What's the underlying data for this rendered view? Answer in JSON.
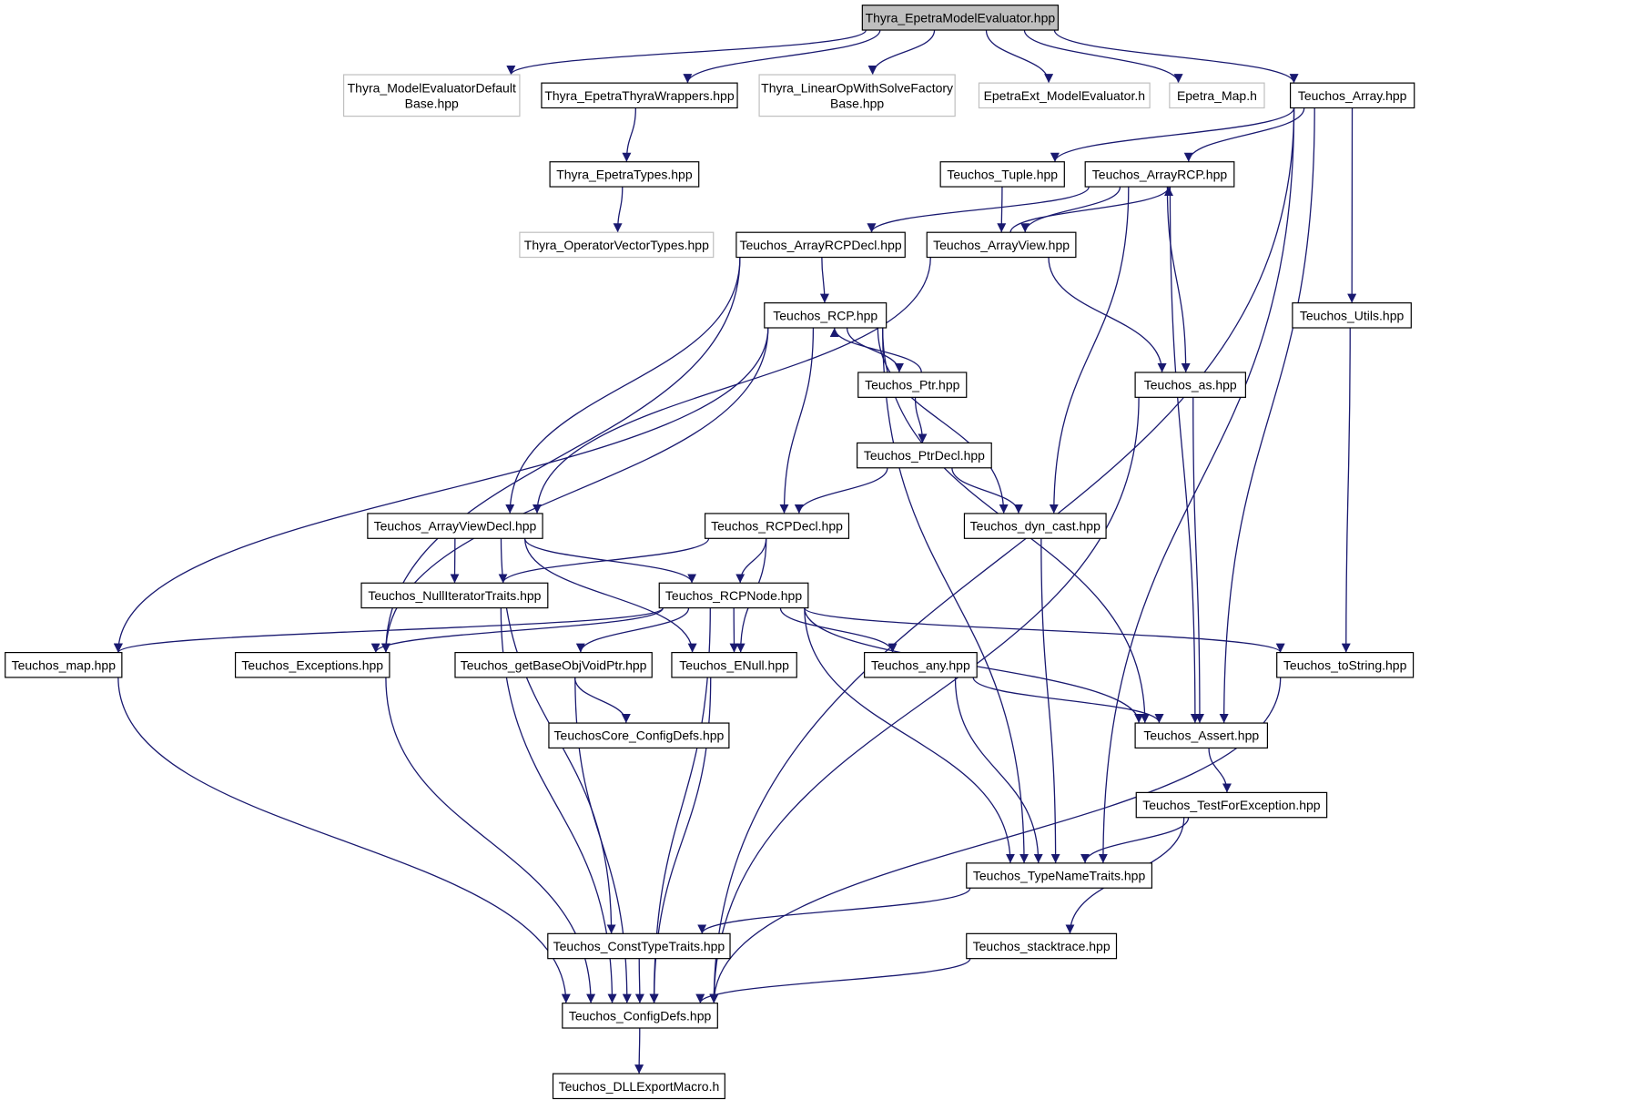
{
  "diagram": {
    "type": "include-dependency-graph",
    "colors": {
      "edge": "#191970",
      "root_fill": "#bfbfbf",
      "missing_border": "#bfbfbf",
      "node_border": "#000000"
    },
    "nodes": [
      {
        "id": "root",
        "lines": [
          "Thyra_EpetraModelEvaluator.hpp"
        ],
        "kind": "root"
      },
      {
        "id": "med",
        "lines": [
          "Thyra_ModelEvaluatorDefault",
          "Base.hpp"
        ],
        "kind": "missing"
      },
      {
        "id": "etw",
        "lines": [
          "Thyra_EpetraThyraWrappers.hpp"
        ],
        "kind": "normal"
      },
      {
        "id": "lows",
        "lines": [
          "Thyra_LinearOpWithSolveFactory",
          "Base.hpp"
        ],
        "kind": "missing"
      },
      {
        "id": "eme",
        "lines": [
          "EpetraExt_ModelEvaluator.h"
        ],
        "kind": "missing"
      },
      {
        "id": "emap",
        "lines": [
          "Epetra_Map.h"
        ],
        "kind": "missing"
      },
      {
        "id": "tarr",
        "lines": [
          "Teuchos_Array.hpp"
        ],
        "kind": "normal"
      },
      {
        "id": "etypes",
        "lines": [
          "Thyra_EpetraTypes.hpp"
        ],
        "kind": "normal"
      },
      {
        "id": "ovt",
        "lines": [
          "Thyra_OperatorVectorTypes.hpp"
        ],
        "kind": "missing"
      },
      {
        "id": "tuple",
        "lines": [
          "Teuchos_Tuple.hpp"
        ],
        "kind": "normal"
      },
      {
        "id": "arcp",
        "lines": [
          "Teuchos_ArrayRCP.hpp"
        ],
        "kind": "normal"
      },
      {
        "id": "arcpd",
        "lines": [
          "Teuchos_ArrayRCPDecl.hpp"
        ],
        "kind": "normal"
      },
      {
        "id": "aview",
        "lines": [
          "Teuchos_ArrayView.hpp"
        ],
        "kind": "normal"
      },
      {
        "id": "rcp",
        "lines": [
          "Teuchos_RCP.hpp"
        ],
        "kind": "normal"
      },
      {
        "id": "utils",
        "lines": [
          "Teuchos_Utils.hpp"
        ],
        "kind": "normal"
      },
      {
        "id": "ptr",
        "lines": [
          "Teuchos_Ptr.hpp"
        ],
        "kind": "normal"
      },
      {
        "id": "tas",
        "lines": [
          "Teuchos_as.hpp"
        ],
        "kind": "normal"
      },
      {
        "id": "ptrd",
        "lines": [
          "Teuchos_PtrDecl.hpp"
        ],
        "kind": "normal"
      },
      {
        "id": "avd",
        "lines": [
          "Teuchos_ArrayViewDecl.hpp"
        ],
        "kind": "normal"
      },
      {
        "id": "rcpd",
        "lines": [
          "Teuchos_RCPDecl.hpp"
        ],
        "kind": "normal"
      },
      {
        "id": "dyn",
        "lines": [
          "Teuchos_dyn_cast.hpp"
        ],
        "kind": "normal"
      },
      {
        "id": "nit",
        "lines": [
          "Teuchos_NullIteratorTraits.hpp"
        ],
        "kind": "normal"
      },
      {
        "id": "rcpn",
        "lines": [
          "Teuchos_RCPNode.hpp"
        ],
        "kind": "normal"
      },
      {
        "id": "tmap",
        "lines": [
          "Teuchos_map.hpp"
        ],
        "kind": "normal"
      },
      {
        "id": "exc",
        "lines": [
          "Teuchos_Exceptions.hpp"
        ],
        "kind": "normal"
      },
      {
        "id": "gbo",
        "lines": [
          "Teuchos_getBaseObjVoidPtr.hpp"
        ],
        "kind": "normal"
      },
      {
        "id": "enull",
        "lines": [
          "Teuchos_ENull.hpp"
        ],
        "kind": "normal"
      },
      {
        "id": "any",
        "lines": [
          "Teuchos_any.hpp"
        ],
        "kind": "normal"
      },
      {
        "id": "tostr",
        "lines": [
          "Teuchos_toString.hpp"
        ],
        "kind": "normal"
      },
      {
        "id": "tcc",
        "lines": [
          "TeuchosCore_ConfigDefs.hpp"
        ],
        "kind": "normal"
      },
      {
        "id": "assert",
        "lines": [
          "Teuchos_Assert.hpp"
        ],
        "kind": "normal"
      },
      {
        "id": "tfe",
        "lines": [
          "Teuchos_TestForException.hpp"
        ],
        "kind": "normal"
      },
      {
        "id": "tnt",
        "lines": [
          "Teuchos_TypeNameTraits.hpp"
        ],
        "kind": "normal"
      },
      {
        "id": "ctt",
        "lines": [
          "Teuchos_ConstTypeTraits.hpp"
        ],
        "kind": "normal"
      },
      {
        "id": "stack",
        "lines": [
          "Teuchos_stacktrace.hpp"
        ],
        "kind": "normal"
      },
      {
        "id": "cfg",
        "lines": [
          "Teuchos_ConfigDefs.hpp"
        ],
        "kind": "normal"
      },
      {
        "id": "dll",
        "lines": [
          "Teuchos_DLLExportMacro.h"
        ],
        "kind": "normal"
      }
    ],
    "edges": [
      [
        "root",
        "med"
      ],
      [
        "root",
        "etw"
      ],
      [
        "root",
        "lows"
      ],
      [
        "root",
        "eme"
      ],
      [
        "root",
        "emap"
      ],
      [
        "root",
        "tarr"
      ],
      [
        "etw",
        "etypes"
      ],
      [
        "etypes",
        "ovt"
      ],
      [
        "tarr",
        "tuple"
      ],
      [
        "tarr",
        "arcp"
      ],
      [
        "tarr",
        "utils"
      ],
      [
        "tarr",
        "assert"
      ],
      [
        "tarr",
        "tnt"
      ],
      [
        "tarr",
        "cfg"
      ],
      [
        "tuple",
        "aview"
      ],
      [
        "arcp",
        "arcpd"
      ],
      [
        "arcp",
        "aview"
      ],
      [
        "arcp",
        "dyn"
      ],
      [
        "arcp",
        "tas"
      ],
      [
        "arcp",
        "assert"
      ],
      [
        "aview",
        "arcp"
      ],
      [
        "aview",
        "avd"
      ],
      [
        "aview",
        "tas"
      ],
      [
        "arcpd",
        "rcp"
      ],
      [
        "arcpd",
        "avd"
      ],
      [
        "arcpd",
        "exc"
      ],
      [
        "rcp",
        "ptr"
      ],
      [
        "rcp",
        "rcpd"
      ],
      [
        "rcp",
        "dyn"
      ],
      [
        "rcp",
        "tmap"
      ],
      [
        "rcp",
        "exc"
      ],
      [
        "rcp",
        "assert"
      ],
      [
        "rcp",
        "tnt"
      ],
      [
        "ptr",
        "rcp"
      ],
      [
        "ptr",
        "ptrd"
      ],
      [
        "ptrd",
        "rcpd"
      ],
      [
        "ptrd",
        "dyn"
      ],
      [
        "utils",
        "tostr"
      ],
      [
        "tas",
        "assert"
      ],
      [
        "tas",
        "cfg"
      ],
      [
        "avd",
        "nit"
      ],
      [
        "avd",
        "rcpn"
      ],
      [
        "avd",
        "enull"
      ],
      [
        "avd",
        "ctt"
      ],
      [
        "rcpd",
        "nit"
      ],
      [
        "rcpd",
        "rcpn"
      ],
      [
        "rcpd",
        "enull"
      ],
      [
        "dyn",
        "tnt"
      ],
      [
        "nit",
        "cfg"
      ],
      [
        "rcpn",
        "tmap"
      ],
      [
        "rcpn",
        "exc"
      ],
      [
        "rcpn",
        "gbo"
      ],
      [
        "rcpn",
        "enull"
      ],
      [
        "rcpn",
        "any"
      ],
      [
        "rcpn",
        "tostr"
      ],
      [
        "rcpn",
        "assert"
      ],
      [
        "rcpn",
        "tnt"
      ],
      [
        "rcpn",
        "cfg"
      ],
      [
        "tmap",
        "cfg"
      ],
      [
        "exc",
        "cfg"
      ],
      [
        "gbo",
        "tcc"
      ],
      [
        "gbo",
        "cfg"
      ],
      [
        "enull",
        "cfg"
      ],
      [
        "any",
        "assert"
      ],
      [
        "any",
        "tnt"
      ],
      [
        "tostr",
        "cfg"
      ],
      [
        "assert",
        "tfe"
      ],
      [
        "tfe",
        "tnt"
      ],
      [
        "tfe",
        "stack"
      ],
      [
        "tnt",
        "ctt"
      ],
      [
        "ctt",
        "cfg"
      ],
      [
        "stack",
        "cfg"
      ],
      [
        "cfg",
        "dll"
      ]
    ]
  }
}
